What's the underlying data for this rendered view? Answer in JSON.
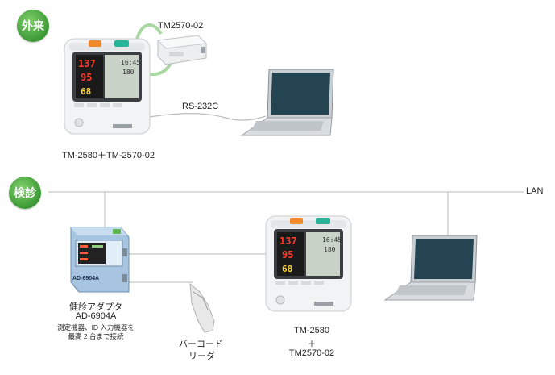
{
  "sections": {
    "outpatient": "外来",
    "exam": "検診"
  },
  "devices": {
    "top_adapter_label": "TM2570-02",
    "top_monitor_label": "TM-2580＋TM-2570-02",
    "rs232c_label": "RS-232C",
    "lan_label": "LAN",
    "health_adapter_title": "健診アダプタ",
    "health_adapter_model": "AD-6904A",
    "health_adapter_note1": "測定機器、ID 入力機器を",
    "health_adapter_note2": "最高 2 台まで接続",
    "adapter_body_text": "AD-6904A",
    "barcode_line1": "バーコード",
    "barcode_line2": "リーダ",
    "bottom_monitor_line1": "TM-2580",
    "bottom_monitor_line2": "＋",
    "bottom_monitor_line3": "TM2570-02"
  },
  "display": {
    "systolic": "137",
    "diastolic": "95",
    "pulse": "68",
    "time": "16:45",
    "sub": "180"
  },
  "colors": {
    "badge_green": "#3c9a35",
    "line_gray": "#b8b8b8",
    "cable_green": "#a9d8a0"
  }
}
